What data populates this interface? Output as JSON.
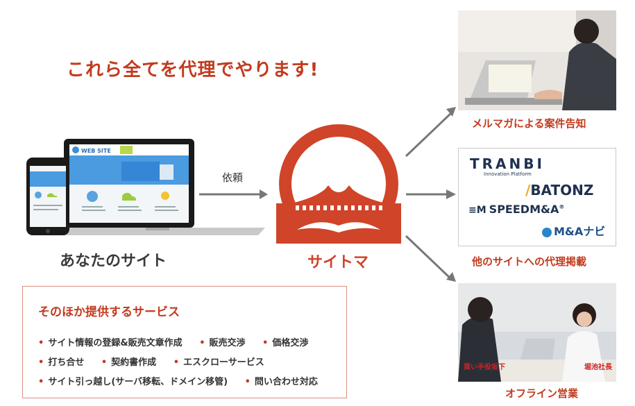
{
  "headline": "これら全てを代理でやります!",
  "site": {
    "label": "あなたのサイト",
    "screen_title": "WEB SITE"
  },
  "request_label": "依頼",
  "brand": {
    "name": "サイトマ",
    "color": "#d0442a"
  },
  "outputs": [
    {
      "caption": "メルマガによる案件告知"
    },
    {
      "caption": "他のサイトへの代理掲載"
    },
    {
      "caption": "オフライン営業"
    }
  ],
  "logos": {
    "tranbi": "TRANBI",
    "tranbi_sub": "Innovation Platform",
    "batonz": "BATONZ",
    "speed": "SPEEDM&A",
    "speed_reg": "®",
    "mana": "M&Aナビ"
  },
  "photo_labels": {
    "buyer": "買い手役坂下",
    "ceo": "堀池社長"
  },
  "services": {
    "title": "そのほか提供するサービス",
    "rows": [
      [
        "サイト情報の登録&販売文章作成",
        "販売交渉",
        "価格交渉"
      ],
      [
        "打ち合せ",
        "契約書作成",
        "エスクローサービス"
      ],
      [
        "サイト引っ越し(サーバ移転、ドメイン移管)",
        "問い合わせ対応"
      ]
    ]
  }
}
